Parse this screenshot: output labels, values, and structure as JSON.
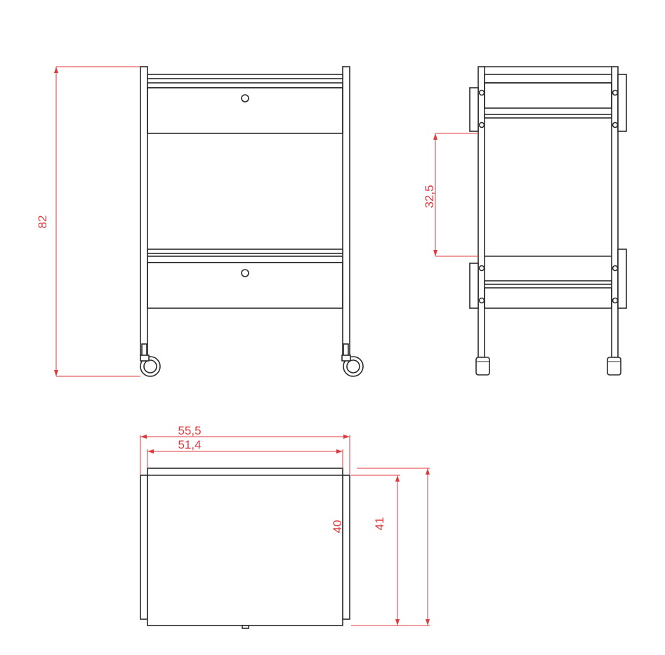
{
  "dimensions": {
    "height_total": "82",
    "shelf_gap": "32,5",
    "width_outer": "55,5",
    "width_inner": "51,4",
    "depth_inner": "40",
    "depth_outer": "41"
  },
  "colors": {
    "dimension": "#e0393e",
    "line": "#2a2a2a",
    "background": "#ffffff"
  }
}
